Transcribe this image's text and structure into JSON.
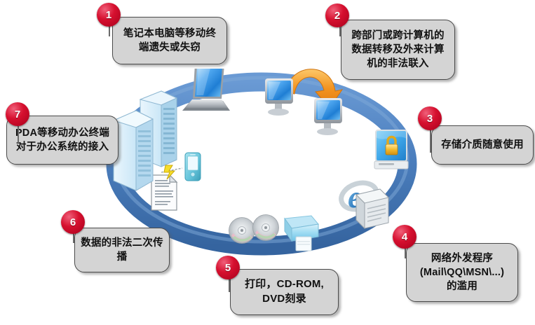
{
  "diagram": {
    "title": "内网数据泄露风险环形图",
    "type": "cycle-ring",
    "ring_color": "#4c7fbe",
    "badge_color": "#c5001f",
    "box_fill": "#d4d4d4",
    "box_border": "#4a4a4a",
    "background": "#ffffff"
  },
  "callouts": [
    {
      "number": "1",
      "text": "笔记本电脑等移动终\n端遗失或失窃",
      "position": "top-left"
    },
    {
      "number": "2",
      "text": "跨部门或跨计算机的\n数据转移及外来计算\n机的非法联入",
      "position": "top-right"
    },
    {
      "number": "3",
      "text": "存储介质随意使用",
      "position": "right"
    },
    {
      "number": "4",
      "text": "网络外发程序\n(Mail\\QQ\\MSN\\...)\n的滥用",
      "position": "bottom-right"
    },
    {
      "number": "5",
      "text": "打印，CD-ROM,\nDVD刻录",
      "position": "bottom-center"
    },
    {
      "number": "6",
      "text": "数据的非法二次传\n播",
      "position": "bottom-left"
    },
    {
      "number": "7",
      "text": "PDA等移动办公终端\n对于办公系统的接入",
      "position": "left"
    }
  ],
  "icons": [
    {
      "name": "laptop-icon",
      "label": "笔记本电脑",
      "linked_callout": "1"
    },
    {
      "name": "monitor-pair-icon",
      "label": "台式计算机",
      "linked_callout": "2"
    },
    {
      "name": "orange-arrow-icon",
      "label": "数据转移箭头",
      "linked_callout": "2"
    },
    {
      "name": "lock-drive-icon",
      "label": "加密存储介质",
      "linked_callout": "3"
    },
    {
      "name": "browser-mail-icon",
      "label": "网络外发程序",
      "linked_callout": "4"
    },
    {
      "name": "printer-icon",
      "label": "打印机",
      "linked_callout": "5"
    },
    {
      "name": "cd-disc-icon",
      "label": "光盘",
      "linked_callout": "5"
    },
    {
      "name": "document-icon",
      "label": "文档",
      "linked_callout": "6"
    },
    {
      "name": "server-rack-icon",
      "label": "服务器",
      "linked_callout": "7"
    },
    {
      "name": "pda-icon",
      "label": "PDA移动终端",
      "linked_callout": "7"
    },
    {
      "name": "wireless-bolt-icon",
      "label": "无线连接",
      "linked_callout": "7"
    }
  ]
}
